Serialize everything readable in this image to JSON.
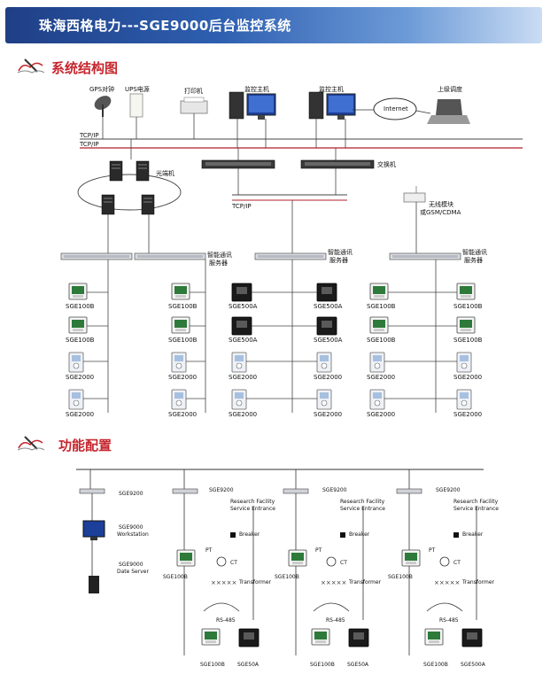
{
  "header": {
    "title": "珠海西格电力---SGE9000后台监控系统"
  },
  "section1": {
    "title": "系统结构图"
  },
  "section2": {
    "title": "功能配置"
  },
  "topology": {
    "gps": "GPS对钟",
    "ups": "UPS电源",
    "printer": "打印机",
    "host1": "监控主机",
    "host2": "监控主机",
    "internet": "Internet",
    "remote": "上级调度",
    "tcpip1": "TCP/IP",
    "tcpip2": "TCP/IP",
    "fiber": "光端机",
    "switch": "交换机",
    "tcpip3": "TCP/IP",
    "wireless_line1": "无线模块",
    "wireless_line2": "或GSM/CDMA",
    "comm_line1": "智能通讯",
    "comm_line2": "服务器",
    "sge100b": "SGE100B",
    "sge500a": "SGE500A",
    "sge2000": "SGE2000"
  },
  "function": {
    "sge9200": "SGE9200",
    "workstation_line1": "SGE9000",
    "workstation_line2": "Workstation",
    "dataserver_line1": "SGE9000",
    "dataserver_line2": "Date Server",
    "research_line1": "Research Facility",
    "research_line2": "Service Entrance",
    "breaker": "Breaker",
    "pt": "PT",
    "ct": "CT",
    "transformer": "Transformer",
    "rs485": "RS-485",
    "sge100b": "SGE100B",
    "sge50a": "SGE50A",
    "sge500a": "SGE500A"
  }
}
